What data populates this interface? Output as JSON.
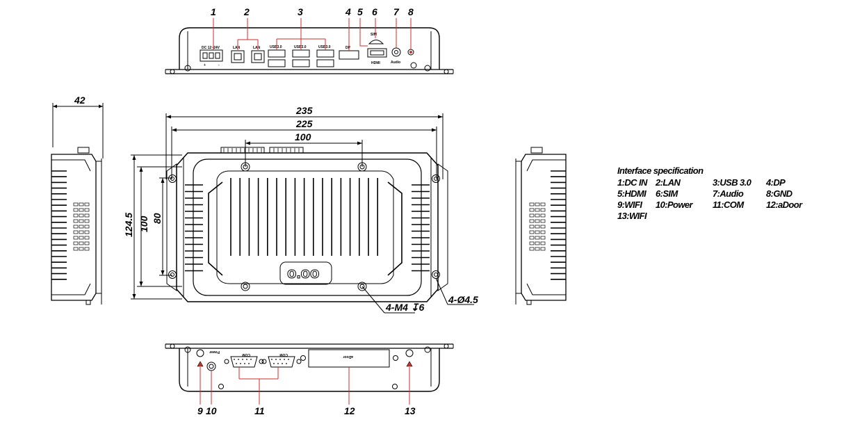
{
  "callouts": {
    "top": [
      "1",
      "2",
      "3",
      "4",
      "5",
      "6",
      "7",
      "8"
    ],
    "bottom": [
      "9",
      "10",
      "11",
      "12",
      "13"
    ]
  },
  "dimensions": {
    "depth": "42",
    "overall_width": "235",
    "mount_width": "225",
    "hole_spacing": "100",
    "overall_height": "124.5",
    "mount_height": "100",
    "hole_height": "80",
    "screw_note": "4-M4 ↧6",
    "hole_note": "4-Ø4.5"
  },
  "port_labels": {
    "dc": "DC 12~24V",
    "lan1": "LAN",
    "lan2": "LAN",
    "usb1": "USB3.0",
    "usb2": "USB3.0",
    "usb3": "USB3.0",
    "dp": "DP",
    "sim": "SIM",
    "hdmi": "HDMI",
    "audio": "Audio",
    "power": "Power",
    "com1": "COM",
    "com2": "COM",
    "adoor": "aDoor"
  },
  "specification": {
    "title": "Interface specification",
    "items": [
      "1:DC IN",
      "2:LAN",
      "3:USB 3.0",
      "4:DP",
      "5:HDMI",
      "6:SIM",
      "7:Audio",
      "8:GND",
      "9:WIFI",
      "10:Power",
      "11:COM",
      "12:aDoor",
      "13:WIFI"
    ]
  }
}
